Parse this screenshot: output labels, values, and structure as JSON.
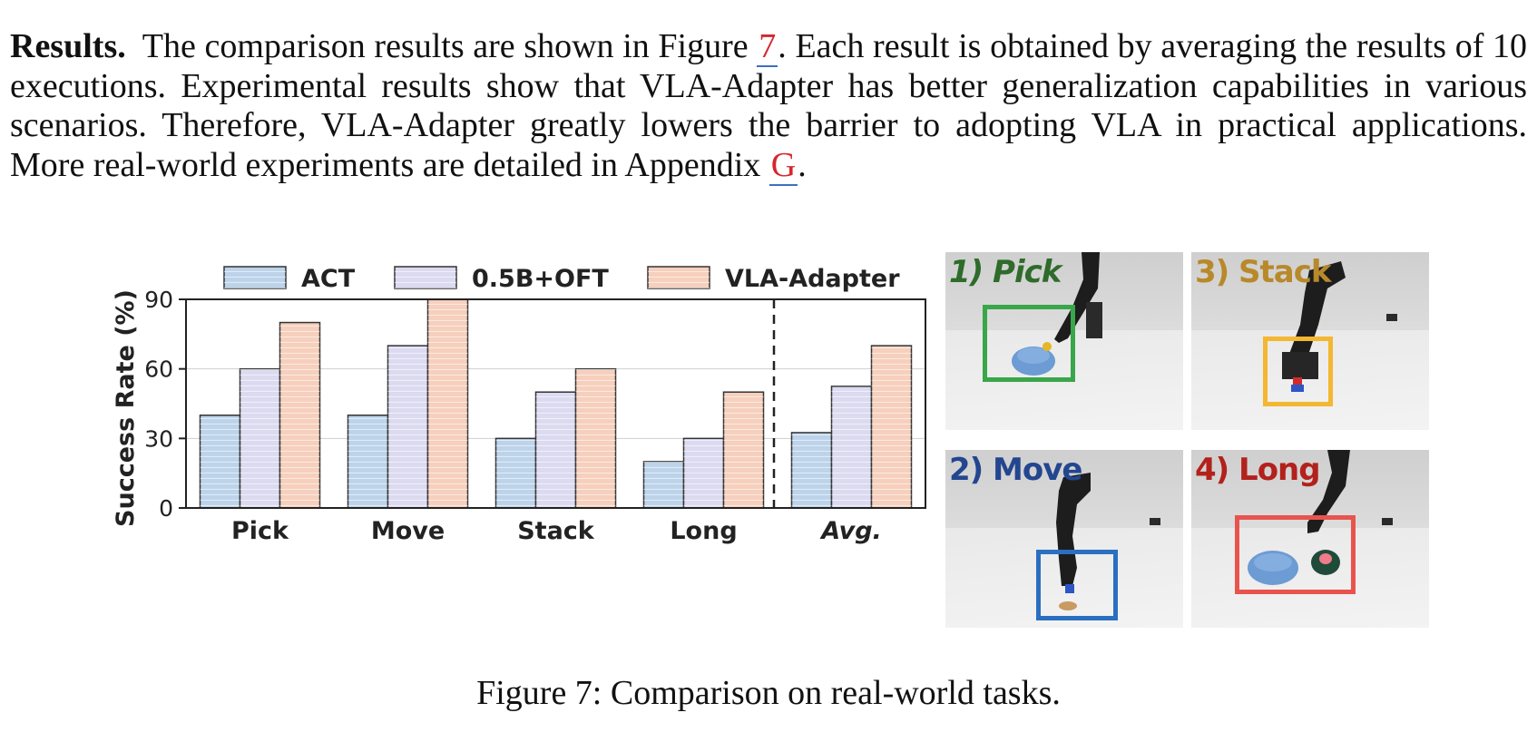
{
  "paragraph": {
    "heading": "Results.",
    "text_a": "The comparison results are shown in Figure ",
    "ref_a": "7",
    "text_b": ". Each result is obtained by averaging the results of 10 executions. Experimental results show that VLA-Adapter has better generalization capabilities in various scenarios. Therefore, VLA-Adapter greatly lowers the barrier to adopting VLA in practical applications. More real-world experiments are detailed in Appendix ",
    "ref_b": "G",
    "text_c": "."
  },
  "chart_data": {
    "type": "bar",
    "categories": [
      "Pick",
      "Move",
      "Stack",
      "Long",
      "Avg."
    ],
    "series": [
      {
        "name": "ACT",
        "values": [
          40,
          40,
          30,
          20,
          32.5
        ],
        "color": "#bcd3ea"
      },
      {
        "name": "0.5B+OFT",
        "values": [
          60,
          70,
          50,
          30,
          52.5
        ],
        "color": "#dcdaf0"
      },
      {
        "name": "VLA-Adapter",
        "values": [
          80,
          90,
          60,
          50,
          70
        ],
        "color": "#f6cfbd"
      }
    ],
    "ylabel": "Success Rate (%)",
    "yticks": [
      0,
      30,
      60,
      90
    ],
    "ylim": [
      0,
      90
    ],
    "grid": true,
    "legend": "top",
    "separator_before": "Avg."
  },
  "photos": [
    {
      "label": "1) Pick",
      "color": "#2f6b2a",
      "box_color": "#3aa64a"
    },
    {
      "label": "3) Stack",
      "color": "#b8892a",
      "box_color": "#f3b731"
    },
    {
      "label": "2) Move",
      "color": "#23468f",
      "box_color": "#2a6fc0"
    },
    {
      "label": "4) Long",
      "color": "#b3211c",
      "box_color": "#e8544d"
    }
  ],
  "caption": "Figure 7: Comparison on real-world tasks."
}
